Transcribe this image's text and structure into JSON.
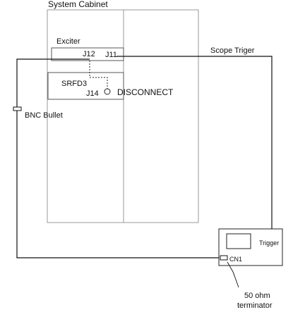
{
  "diagram": {
    "cabinet_label": "System Cabinet",
    "exciter_label": "Exciter",
    "j12_label": "J12",
    "j11_label": "J11",
    "srfd3_label": "SRFD3",
    "j14_label": "J14",
    "disconnect_label": "DISCONNECT",
    "scope_trigger_label": "Scope Triger",
    "bnc_bullet_label": "BNC Bullet",
    "trigger_label": "Trigger",
    "cn1_label": "CN1",
    "terminator_line1": "50 ohm",
    "terminator_line2": "terminator"
  }
}
